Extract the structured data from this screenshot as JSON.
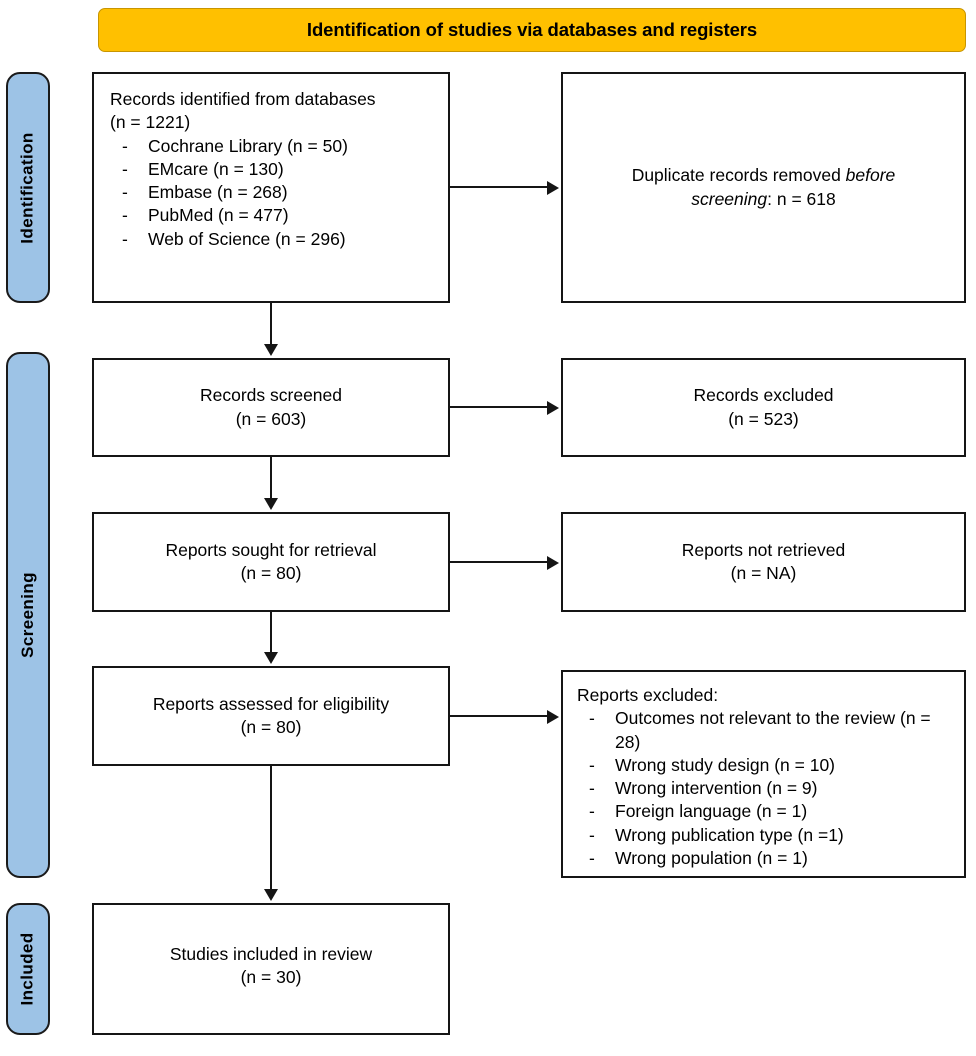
{
  "diagram": {
    "type": "prisma-flow-diagram",
    "banner": {
      "title": "Identification of studies via databases and registers",
      "background_color": "#FFC000",
      "text_color": "#000000"
    },
    "stage_color": "#9DC3E6",
    "stages": [
      {
        "id": "identification",
        "label": "Identification"
      },
      {
        "id": "screening",
        "label": "Screening"
      },
      {
        "id": "included",
        "label": "Included"
      }
    ],
    "boxes": {
      "identified": {
        "heading": "Records identified from databases",
        "count_line": "(n = 1221)",
        "bullet_marker": "-",
        "sources": [
          "Cochrane Library (n = 50)",
          "EMcare (n = 130)",
          "Embase (n = 268)",
          "PubMed (n = 477)",
          "Web of Science (n = 296)"
        ]
      },
      "duplicates": {
        "line1_prefix": "Duplicate records removed ",
        "line1_italic": "before",
        "line2_italic": "screening",
        "line2_suffix": ": n = 618"
      },
      "screened": {
        "label": "Records screened",
        "count": "(n = 603)"
      },
      "excluded_records": {
        "label": "Records excluded",
        "count": "(n = 523)"
      },
      "sought": {
        "label": "Reports sought for retrieval",
        "count": "(n = 80)"
      },
      "not_retrieved": {
        "label": "Reports not retrieved",
        "count": "(n = NA)"
      },
      "assessed": {
        "label": "Reports assessed for eligibility",
        "count": "(n = 80)"
      },
      "reports_excluded": {
        "heading": "Reports excluded:",
        "bullet_marker": "-",
        "reasons": [
          "Outcomes not relevant to the review (n = 28)",
          "Wrong study design (n = 10)",
          "Wrong intervention (n = 9)",
          "Foreign language (n = 1)",
          "Wrong publication type (n =1)",
          "Wrong population (n = 1)"
        ]
      },
      "included": {
        "label": "Studies included in review",
        "count": "(n = 30)"
      }
    }
  }
}
